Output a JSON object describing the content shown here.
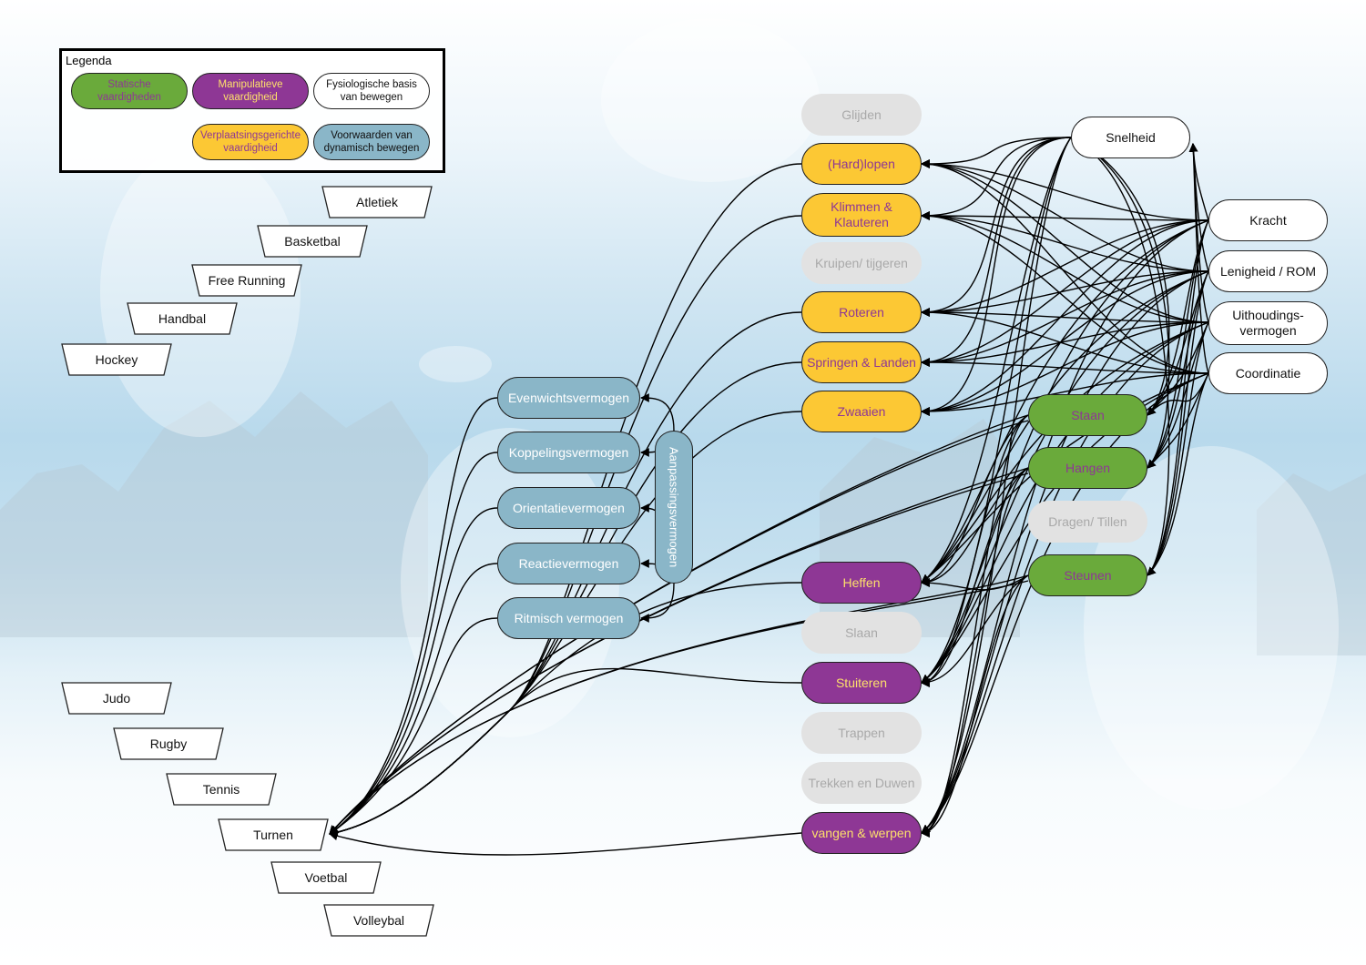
{
  "legend": {
    "title": "Legenda",
    "items": [
      {
        "label": "Statische vaardigheden",
        "category": "green"
      },
      {
        "label": "Manipulatieve vaardigheid",
        "category": "purple"
      },
      {
        "label": "Fysiologische basis van bewegen",
        "category": "white"
      },
      {
        "label": "Verplaatsingsgerichte vaardigheid",
        "category": "yellow"
      },
      {
        "label": "Voorwaarden van dynamisch bewegen",
        "category": "blue"
      }
    ]
  },
  "colors": {
    "green": "#6aaa3b",
    "purple": "#8e3795",
    "yellow": "#fcc834",
    "blue": "#8ab6c8",
    "white": "#ffffff",
    "grey": "#e2e2e2"
  },
  "sports": [
    "Atletiek",
    "Basketbal",
    "Free Running",
    "Handbal",
    "Hockey",
    "Judo",
    "Rugby",
    "Tennis",
    "Turnen",
    "Voetbal",
    "Volleybal"
  ],
  "conditions": {
    "items": [
      "Evenwichtsvermogen",
      "Koppelingsvermogen",
      "Orientatievermogen",
      "Reactievermogen",
      "Ritmisch vermogen"
    ],
    "group_label": "Aanpassingsvermogen"
  },
  "skills": {
    "glijden": "Glijden",
    "hardlopen": "(Hard)lopen",
    "klimmen": "Klimmen & Klauteren",
    "kruipen": "Kruipen/ tijgeren",
    "roteren": "Roteren",
    "springen": "Springen & Landen",
    "zwaaien": "Zwaaien",
    "heffen": "Heffen",
    "slaan": "Slaan",
    "stuiteren": "Stuiteren",
    "trappen": "Trappen",
    "trekken": "Trekken en Duwen",
    "vangen": "vangen & werpen",
    "staan": "Staan",
    "hangen": "Hangen",
    "dragen": "Dragen/ Tillen",
    "steunen": "Steunen"
  },
  "physiology": {
    "snelheid": "Snelheid",
    "kracht": "Kracht",
    "lenigheid": "Lenigheid / ROM",
    "uithouding": "Uithoudings-vermogen",
    "coordinatie": "Coordinatie"
  }
}
